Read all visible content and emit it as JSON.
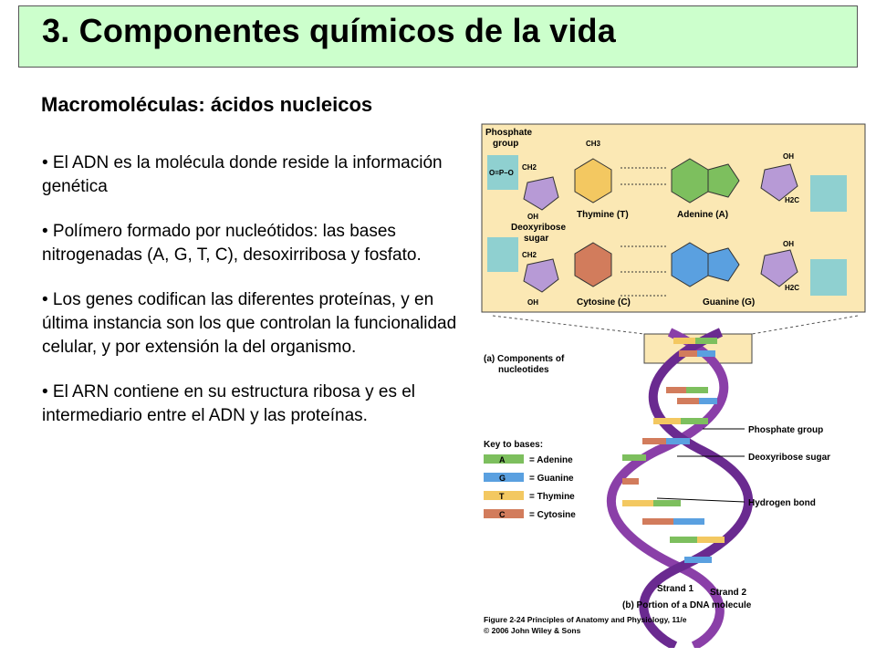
{
  "slide": {
    "title": "3. Componentes químicos de la vida",
    "subtitle": "Macromoléculas: ácidos nucleicos",
    "bullets": [
      "• El ADN es la molécula donde reside la información genética",
      "• Polímero formado por nucleótidos: las bases nitrogenadas (A, G, T, C), desoxirribosa y fosfato.",
      "• Los genes codifican las diferentes proteínas, y en última instancia son los que controlan la funcionalidad celular, y por extensión la del organismo.",
      "• El ARN contiene en su estructura ribosa y es el intermediario entre el ADN y las proteínas."
    ]
  },
  "figure": {
    "phosphate_group_label_1": "Phosphate",
    "phosphate_group_label_2": "group",
    "deoxyribose_label_1": "Deoxyribose",
    "deoxyribose_label_2": "sugar",
    "thymine_label": "Thymine (T)",
    "adenine_label": "Adenine (A)",
    "cytosine_label": "Cytosine (C)",
    "guanine_label": "Guanine (G)",
    "ch3": "CH3",
    "phosphate_formula": "O=P–O",
    "ch2": "CH2",
    "h2c": "H2C",
    "oh": "OH",
    "part_a_1": "(a) Components of",
    "part_a_2": "nucleotides",
    "key_title": "Key to bases:",
    "key_items": [
      {
        "letter": "A",
        "name": "= Adenine",
        "color": "#7dbf5e"
      },
      {
        "letter": "G",
        "name": "= Guanine",
        "color": "#5aa0e0"
      },
      {
        "letter": "T",
        "name": "= Thymine",
        "color": "#f3c861"
      },
      {
        "letter": "C",
        "name": "= Cytosine",
        "color": "#d27c5c"
      }
    ],
    "callout_phosphate": "Phosphate group",
    "callout_sugar": "Deoxyribose sugar",
    "callout_hbond": "Hydrogen bond",
    "strand1": "Strand 1",
    "strand2": "Strand 2",
    "part_b": "(b) Portion of a DNA molecule",
    "caption_1": "Figure 2-24  Principles of Anatomy and Physiology, 11/e",
    "caption_2": "© 2006 John Wiley & Sons",
    "colors": {
      "panel_bg": "#fbe8b4",
      "adenine": "#7dbf5e",
      "guanine": "#5aa0e0",
      "thymine": "#f3c861",
      "cytosine": "#d27c5c",
      "sugar": "#b79ad6",
      "phosphate": "#8fd0d0",
      "strand": "#8a3fa8"
    }
  }
}
